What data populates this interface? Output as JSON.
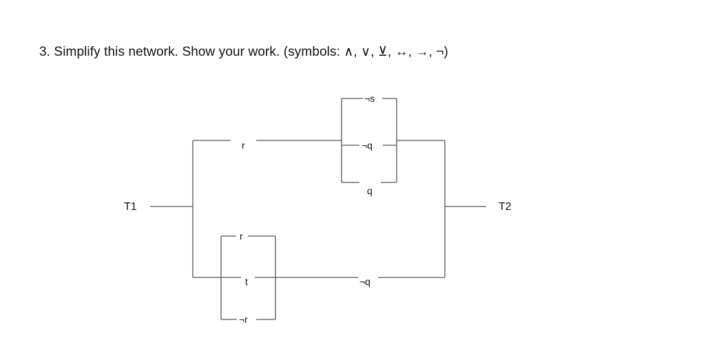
{
  "question": {
    "text": "3. Simplify this network. Show your work. (symbols: ∧, ∨, ⊻, ↔, →, ¬)"
  },
  "network": {
    "terminal_left": "T1",
    "terminal_right": "T2",
    "top_branch": {
      "series_switch": "r",
      "parallel_group": [
        "¬s",
        "¬q",
        "q"
      ]
    },
    "bottom_branch": {
      "parallel_group": [
        "r",
        "t",
        "¬r"
      ],
      "series_switch": "¬q"
    }
  }
}
